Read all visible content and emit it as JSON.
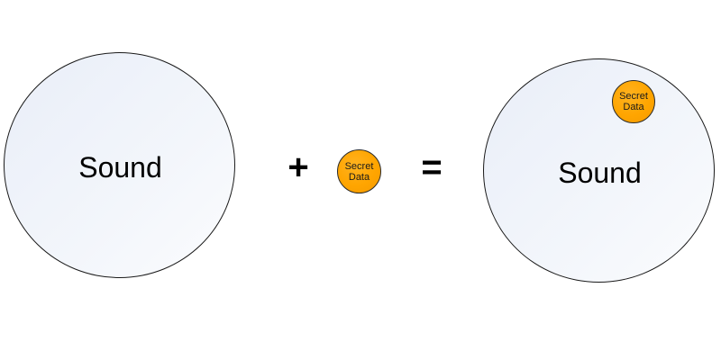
{
  "diagram": {
    "left_circle": {
      "label": "Sound"
    },
    "plus_operator": "+",
    "secret_data": {
      "line1": "Secret",
      "line2": "Data"
    },
    "equals_operator": "=",
    "right_circle": {
      "label": "Sound",
      "embedded_secret": {
        "line1": "Secret",
        "line2": "Data"
      }
    }
  },
  "colors": {
    "circle_fill": "#eef2f9",
    "circle_stroke": "#1a1a1a",
    "secret_fill": "#ffa500",
    "text": "#000000"
  }
}
